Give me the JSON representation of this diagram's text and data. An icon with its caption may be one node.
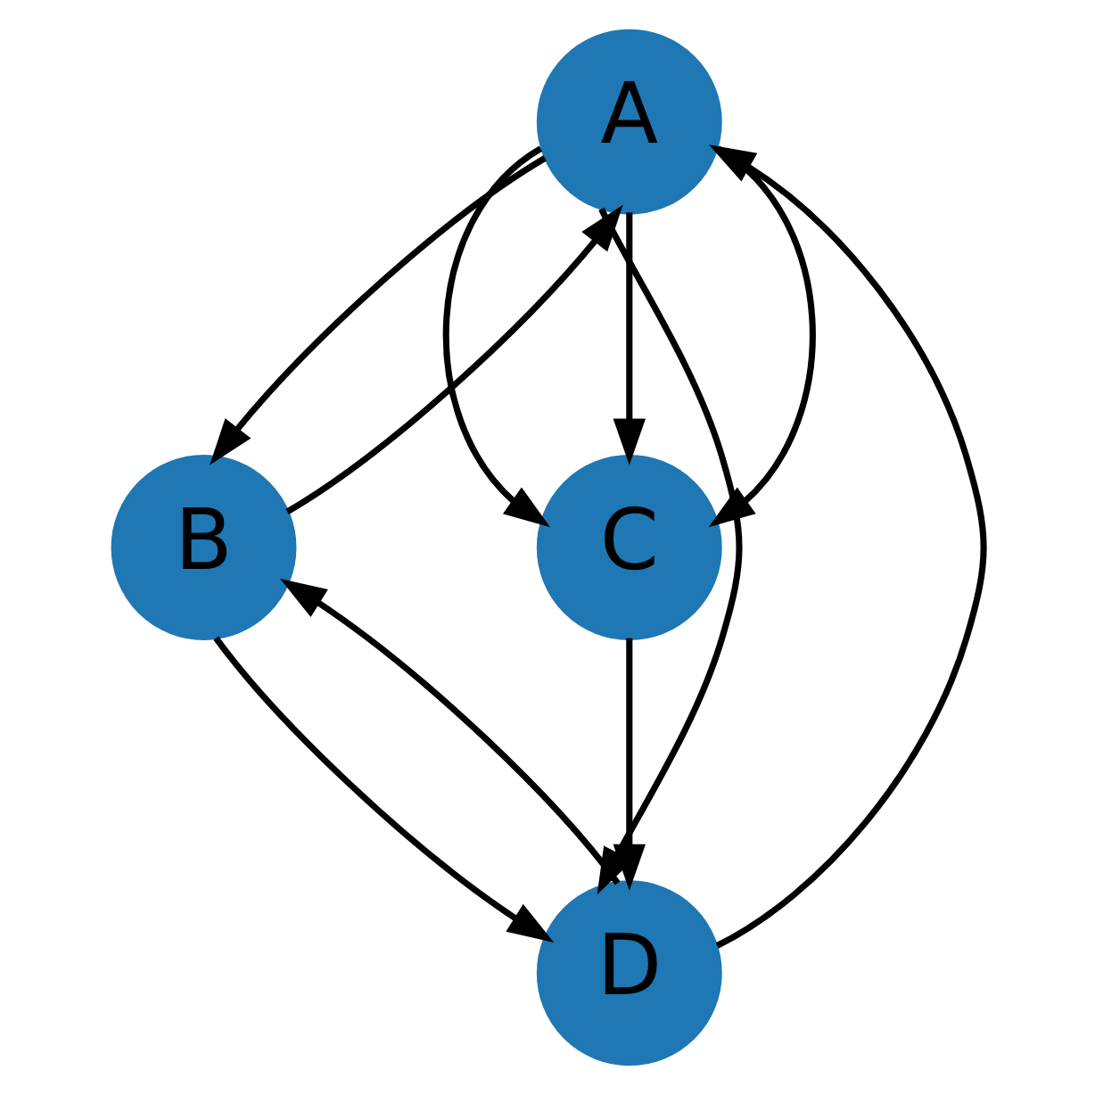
{
  "diagram": {
    "nodes": [
      {
        "text": [
          "A"
        ]
      },
      {
        "text": [
          "B"
        ]
      },
      {
        "text": [
          "C"
        ]
      },
      {
        "text": [
          "D"
        ]
      }
    ],
    "edges": [
      {
        "from": 0,
        "to": 1,
        "arrow": "to"
      },
      {
        "from": 1,
        "to": 0,
        "arrow": "to"
      },
      {
        "from": 0,
        "to": 2,
        "arrow": "to"
      },
      {
        "from": 0,
        "to": 2,
        "arrow": "to"
      },
      {
        "from": 0,
        "to": 2,
        "arrow": "to"
      },
      {
        "from": 0,
        "to": 3,
        "arrow": "to"
      },
      {
        "from": 3,
        "to": 0,
        "arrow": "to"
      },
      {
        "from": 1,
        "to": 3,
        "arrow": "to"
      },
      {
        "from": 3,
        "to": 1,
        "arrow": "to"
      },
      {
        "from": 2,
        "to": 3,
        "arrow": "to"
      }
    ]
  }
}
